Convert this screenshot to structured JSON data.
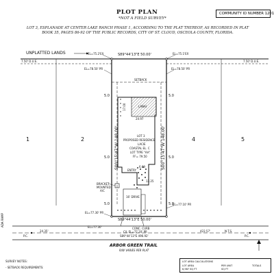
{
  "header": {
    "title": "PLOT PLAN",
    "subtitle": "*NOT A FIELD SURVEY*",
    "community_id": "COMMUNITY ID NUMBER 120191",
    "legal_description": "LOT 3, ESPLANADE AT CENTER LAKE RANCH PHASE 1, ACCORDING TO THE PLAT THEREOF, AS RECORDED IN PLAT BOOK 35, PAGES 86-92 OF THE PUBLIC RECORDS, CITY OF ST. CLOUD, OSCEOLA COUNTY, FLORIDA."
  },
  "labels": {
    "unplatted": "UNPLATTED LANDS",
    "due_left": "7.50' D.U.E.",
    "due_right": "7.50' D.U.E.",
    "bearing_top": "S89°44'13\"E   50.00'",
    "bearing_bottom": "S89°44'13\"E   50.00'",
    "bearing_curb": "S89°44'13\"E   496.92'",
    "side_left": "S00°15'47\"W  148.00'",
    "side_right": "S00°15'47\"W  148.00'",
    "el_tl": "EL=75.2'EX",
    "el_tr": "EL=75.1'EX",
    "el_ml": "EL=78.50' PR",
    "el_mr": "EL=78.50' PR",
    "el_bl": "EL=77.30' PR",
    "el_br": "EL=77.10' PR",
    "el_bl2": "EL=77.30'",
    "el_curb": "C/L EL=77.20' PR",
    "setback": "SETBACK",
    "lanai": "LANAI",
    "lot_block": "LOT 3",
    "proposed": "PROPOSED RESIDENCE",
    "lacie": "LACIE",
    "coastal": "COASTAL EL. C",
    "lot_type": "LOT TYPE \"AA\"",
    "ff": "FF= 79.50",
    "entry": "ENTRY",
    "bracket": "BRACKET",
    "mounted": "MOUNTED",
    "ac": "A/C",
    "drive_dim": "16' DRIVE",
    "lot_1": "1",
    "lot_2": "2",
    "lot_4": "4",
    "lot_5": "5",
    "dim_5_tl": "5.0",
    "dim_5_tr": "5.0",
    "dim_5_ml": "5.0",
    "dim_5_mr": "5.0",
    "dim_5_bl": "5.0",
    "dim_5_br": "5.0",
    "dim_24": "24.97",
    "dim_17": "17.00",
    "dim_6": "6.69",
    "dim_13": "13.25",
    "dim_left_bottom": "24.35'",
    "dim_right_bottom": "422.57'",
    "pc_left": "P.C.",
    "pc_right": "P.C.",
    "nts": "N.T.S.",
    "conc_curb": "CONC. CURB",
    "road_name": "ARBOR GREEN TRAIL",
    "road_width": "R/W VARIES PER PLAT",
    "survey_notes": "SURVEY NOTES:",
    "setback_req": "- SETBACK REQUIREMENTS:",
    "side_note": "ADA RAMP"
  },
  "footer_box": {
    "c1": "LOT AREA CALCULATIONS",
    "c2": "LOT AREA",
    "c3": "PER UNIT",
    "c4": "TOTALS",
    "c5": "6,987 SQ FT",
    "c6": "SQ FT"
  },
  "colors": {
    "line": "#111111",
    "lanai_fill": "#d9d9d9",
    "hatch": "#666666",
    "hedge": "#333333"
  }
}
